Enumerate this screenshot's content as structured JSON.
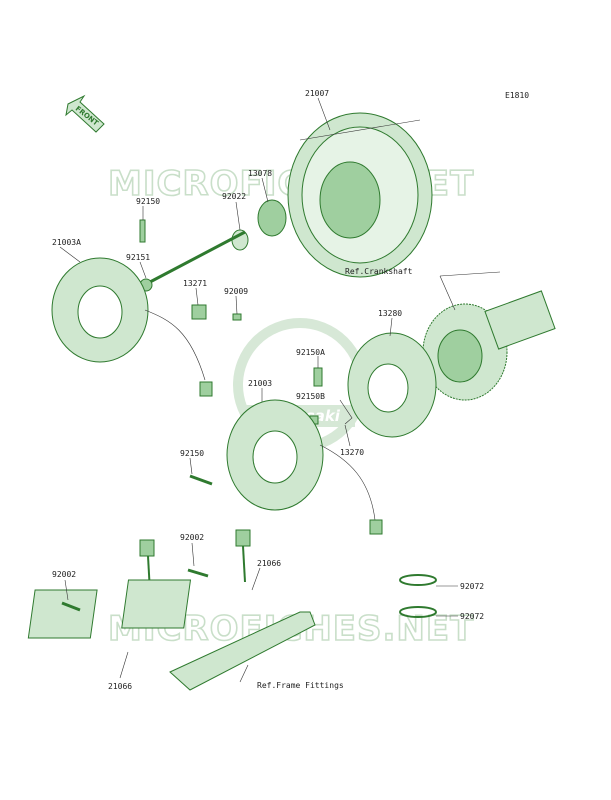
{
  "diagram_code": "E1810",
  "front_label": "FRONT",
  "watermark_top": "MICROFICHES.NET",
  "watermark_bottom": "MICROFICHES.NET",
  "center_logo": "Kawasaki",
  "parts": {
    "p21007": "21007",
    "p13078": "13078",
    "p92022": "92022",
    "p92150_top": "92150",
    "p21003A": "21003A",
    "p92151": "92151",
    "p13271": "13271",
    "p92009": "92009",
    "ref_crankshaft": "Ref.Crankshaft",
    "p13280": "13280",
    "p92150A": "92150A",
    "p21003": "21003",
    "p92150B": "92150B",
    "p13270": "13270",
    "p92150_mid": "92150",
    "p92002_a": "92002",
    "p92002_b": "92002",
    "p21066_right": "21066",
    "p21066_left": "21066",
    "p92072_a": "92072",
    "p92072_b": "92072",
    "ref_frame": "Ref.Frame Fittings"
  },
  "colors": {
    "part_fill": "#cfe7cf",
    "part_stroke": "#2f7a2f",
    "watermark": "#c9dfc9"
  }
}
